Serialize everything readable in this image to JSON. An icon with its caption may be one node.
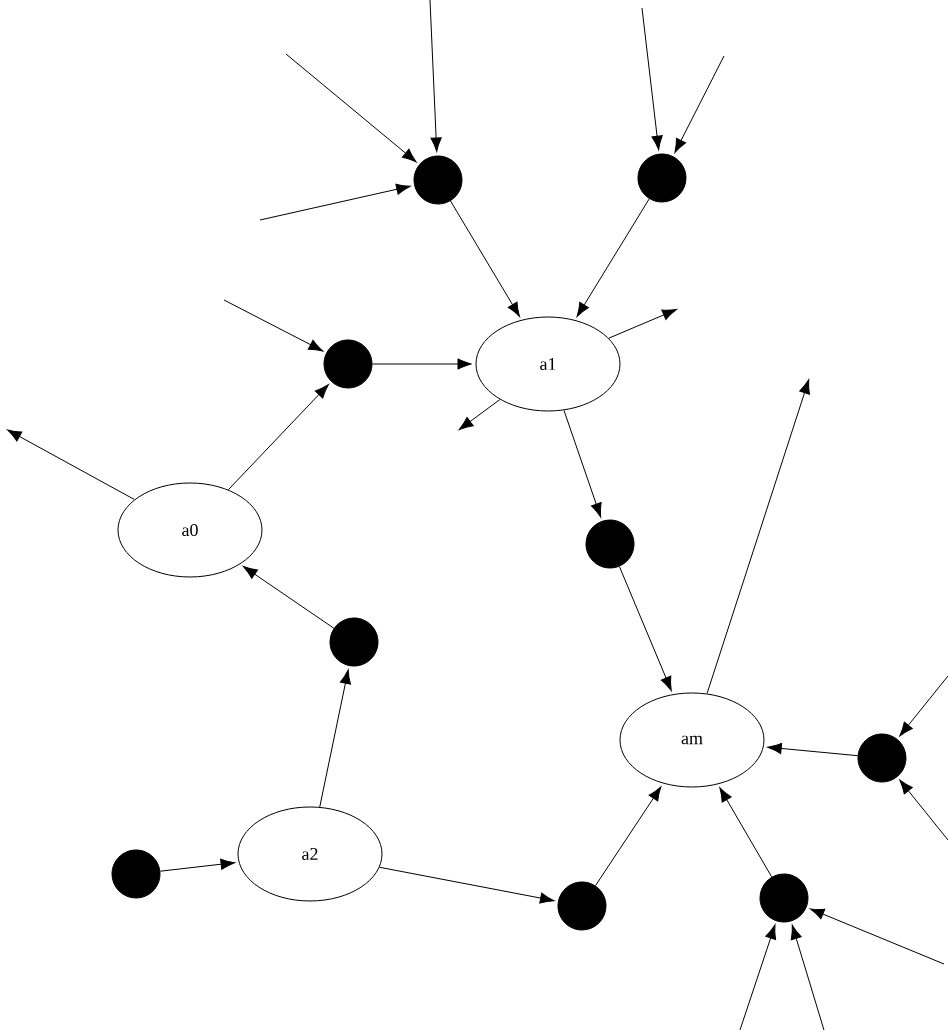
{
  "diagram": {
    "nodes": [
      {
        "text": [
          "a1"
        ]
      },
      {
        "text": [
          "a0"
        ]
      },
      {
        "text": [
          "a2"
        ]
      },
      {
        "text": [
          "am"
        ]
      },
      {
        "text": [],
        "shape": "circle"
      },
      {
        "text": [],
        "shape": "circle"
      },
      {
        "text": [],
        "shape": "circle"
      },
      {
        "text": [],
        "shape": "circle"
      },
      {
        "text": [],
        "shape": "circle"
      },
      {
        "text": [],
        "shape": "circle"
      },
      {
        "text": [],
        "shape": "circle"
      },
      {
        "text": [],
        "shape": "circle"
      },
      {
        "text": [],
        "shape": "circle"
      }
    ],
    "edges": [
      {
        "from": 4,
        "to": 0,
        "arrow": "to"
      },
      {
        "from": 5,
        "to": 0,
        "arrow": "to"
      },
      {
        "from": 6,
        "to": 0,
        "arrow": "to"
      },
      {
        "from": 1,
        "to": 6,
        "arrow": "to"
      },
      {
        "from": 0,
        "to": 7,
        "arrow": "to"
      },
      {
        "from": 7,
        "to": 3,
        "arrow": "to"
      },
      {
        "from": 8,
        "to": 1,
        "arrow": "to"
      },
      {
        "from": 2,
        "to": 8,
        "arrow": "to"
      },
      {
        "from": 9,
        "to": 2,
        "arrow": "to"
      },
      {
        "from": 2,
        "to": 10,
        "arrow": "to"
      },
      {
        "from": 10,
        "to": 3,
        "arrow": "to"
      },
      {
        "from": 11,
        "to": 3,
        "arrow": "to"
      },
      {
        "from": 12,
        "to": 3,
        "arrow": "to"
      },
      {
        "from": null,
        "to": 4,
        "arrow": "to"
      },
      {
        "from": null,
        "to": 4,
        "arrow": "to"
      },
      {
        "from": null,
        "to": 4,
        "arrow": "to"
      },
      {
        "from": null,
        "to": 5,
        "arrow": "to"
      },
      {
        "from": null,
        "to": 5,
        "arrow": "to"
      },
      {
        "from": null,
        "to": 6,
        "arrow": "to"
      },
      {
        "from": 0,
        "to": null,
        "arrow": "to"
      },
      {
        "from": 0,
        "to": null,
        "arrow": "to"
      },
      {
        "from": 1,
        "to": null,
        "arrow": "to"
      },
      {
        "from": 3,
        "to": null,
        "arrow": "to"
      },
      {
        "from": null,
        "to": 11,
        "arrow": "to"
      },
      {
        "from": null,
        "to": 11,
        "arrow": "to"
      },
      {
        "from": null,
        "to": 12,
        "arrow": "to"
      },
      {
        "from": null,
        "to": 12,
        "arrow": "to"
      },
      {
        "from": null,
        "to": 12,
        "arrow": "to"
      }
    ]
  }
}
